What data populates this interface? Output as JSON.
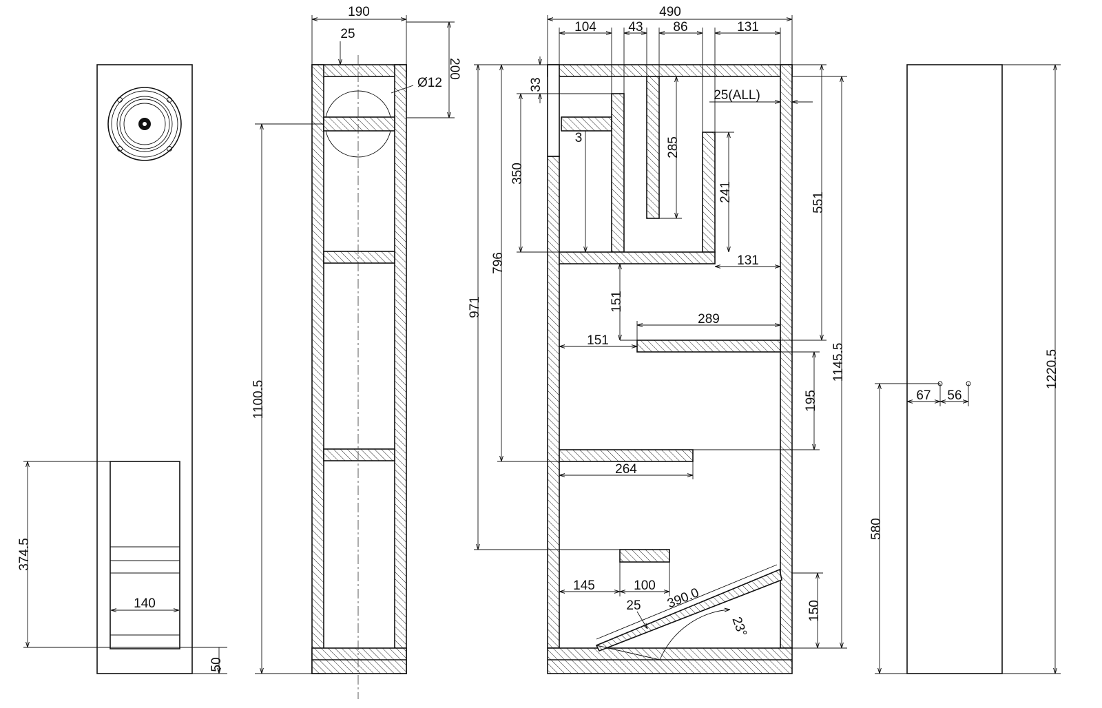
{
  "dimensions": {
    "front": {
      "port_height": "374.5",
      "port_width": "140",
      "bottom_offset": "50"
    },
    "side": {
      "depth": "190",
      "panel_inset": "25",
      "driver_center": "200",
      "driver_dia": "Ø12",
      "height": "1100.5"
    },
    "section": {
      "width": "490",
      "w1": "104",
      "w2": "43",
      "w3": "86",
      "w4": "131",
      "top_gap": "33",
      "thickness_all": "25(ALL)",
      "port_mark": "3",
      "h350": "350",
      "h285": "285",
      "h241": "241",
      "h551": "551",
      "w131_shelf": "131",
      "h796": "796",
      "h971": "971",
      "h151": "151",
      "w289": "289",
      "w151": "151",
      "h1145": "1145.5",
      "h195": "195",
      "w264": "264",
      "w145": "145",
      "w100": "100",
      "t25": "25",
      "l390": "390.0",
      "angle": "23°",
      "h150": "150"
    },
    "rear": {
      "height": "1220.5",
      "terminal_height": "580",
      "t67": "67",
      "t56": "56"
    }
  },
  "colors": {
    "ink": "#111111",
    "background": "#ffffff"
  }
}
